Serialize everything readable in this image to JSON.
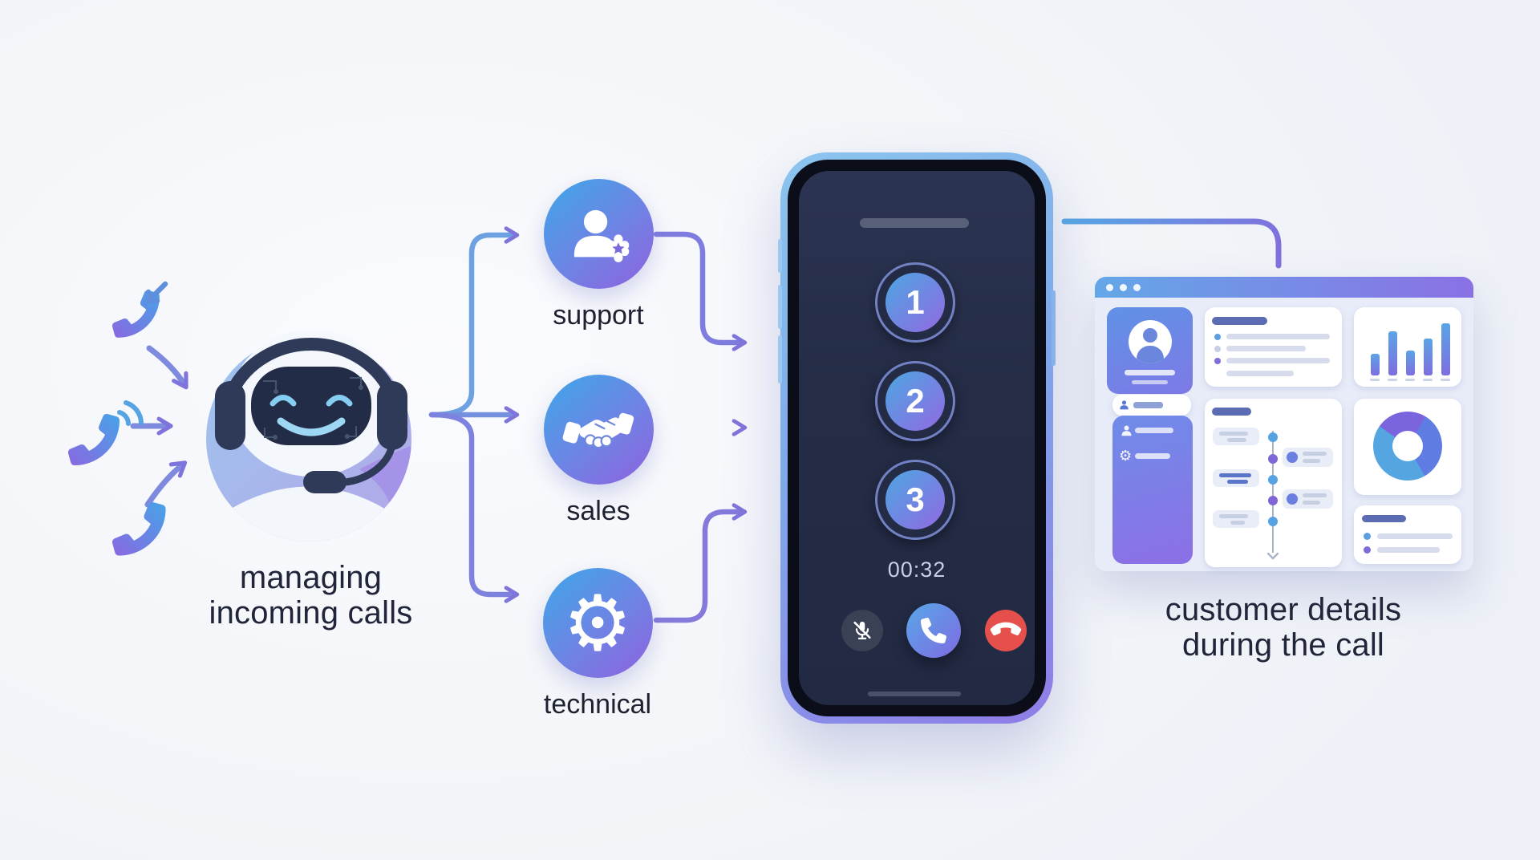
{
  "colors": {
    "accent_blue": "#56a7e4",
    "accent_purple": "#8a67e0",
    "danger_red": "#e5504d",
    "dark_text": "#20253a",
    "screen_navy": "#242c46"
  },
  "incoming": {
    "caption_line1": "managing",
    "caption_line2": "incoming calls",
    "call_icons": [
      "incoming-call-icon",
      "ringing-call-icon",
      "call-icon"
    ]
  },
  "departments": [
    {
      "label": "support",
      "icon": "agent-badge-icon"
    },
    {
      "label": "sales",
      "icon": "handshake-icon"
    },
    {
      "label": "technical",
      "icon": "gear-icon"
    }
  ],
  "phone": {
    "menu_options": [
      "1",
      "2",
      "3"
    ],
    "timer": "00:32",
    "controls": {
      "mute_icon": "mic-off-icon",
      "answer_icon": "phone-icon",
      "hangup_icon": "phone-down-icon"
    }
  },
  "dashboard": {
    "caption_line1": "customer details",
    "caption_line2": "during the call",
    "window_dots": 3,
    "bar_chart": {
      "type": "bar",
      "values": [
        27,
        55,
        31,
        46,
        65
      ]
    },
    "donut_chart": {
      "type": "pie",
      "start_angle": -55,
      "segments": [
        {
          "color": "#7b64de",
          "pct": 24
        },
        {
          "color": "#5f7ce3",
          "pct": 33
        },
        {
          "color": "#55a6e0",
          "pct": 43
        }
      ]
    }
  }
}
